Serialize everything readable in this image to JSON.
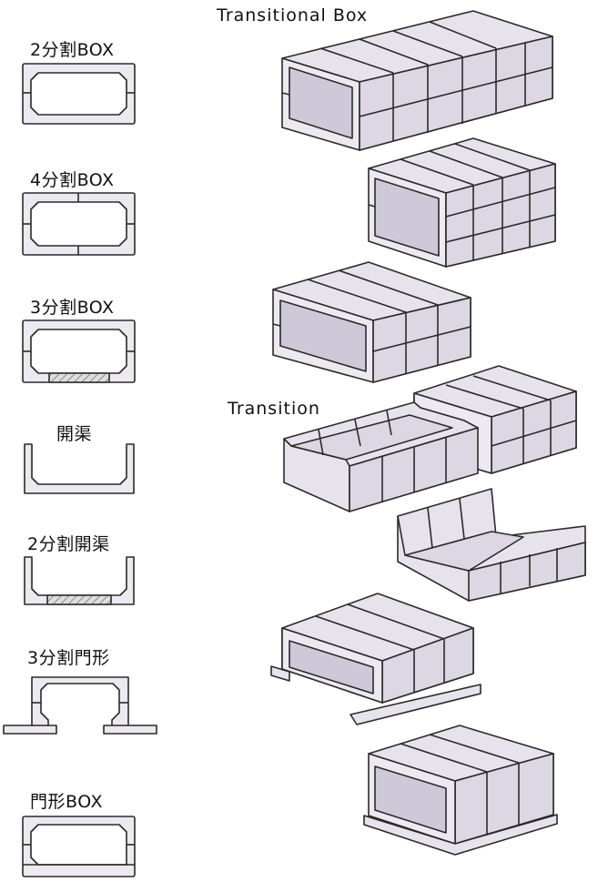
{
  "titles": {
    "top": "Transitional  Box",
    "middle": "Transition"
  },
  "types": [
    {
      "label": "2分割BOX"
    },
    {
      "label": "4分割BOX"
    },
    {
      "label": "3分割BOX"
    },
    {
      "label": "開渠"
    },
    {
      "label": "2分割開渠"
    },
    {
      "label": "3分割門形"
    },
    {
      "label": "門形BOX"
    }
  ],
  "colors": {
    "block_face": "#ece9f0",
    "block_top": "#e7e3ec",
    "block_side": "#dcd7e2",
    "interior": "#cfc8d9",
    "outline": "#2a2a2a",
    "hatch": "#8c8c8c"
  }
}
